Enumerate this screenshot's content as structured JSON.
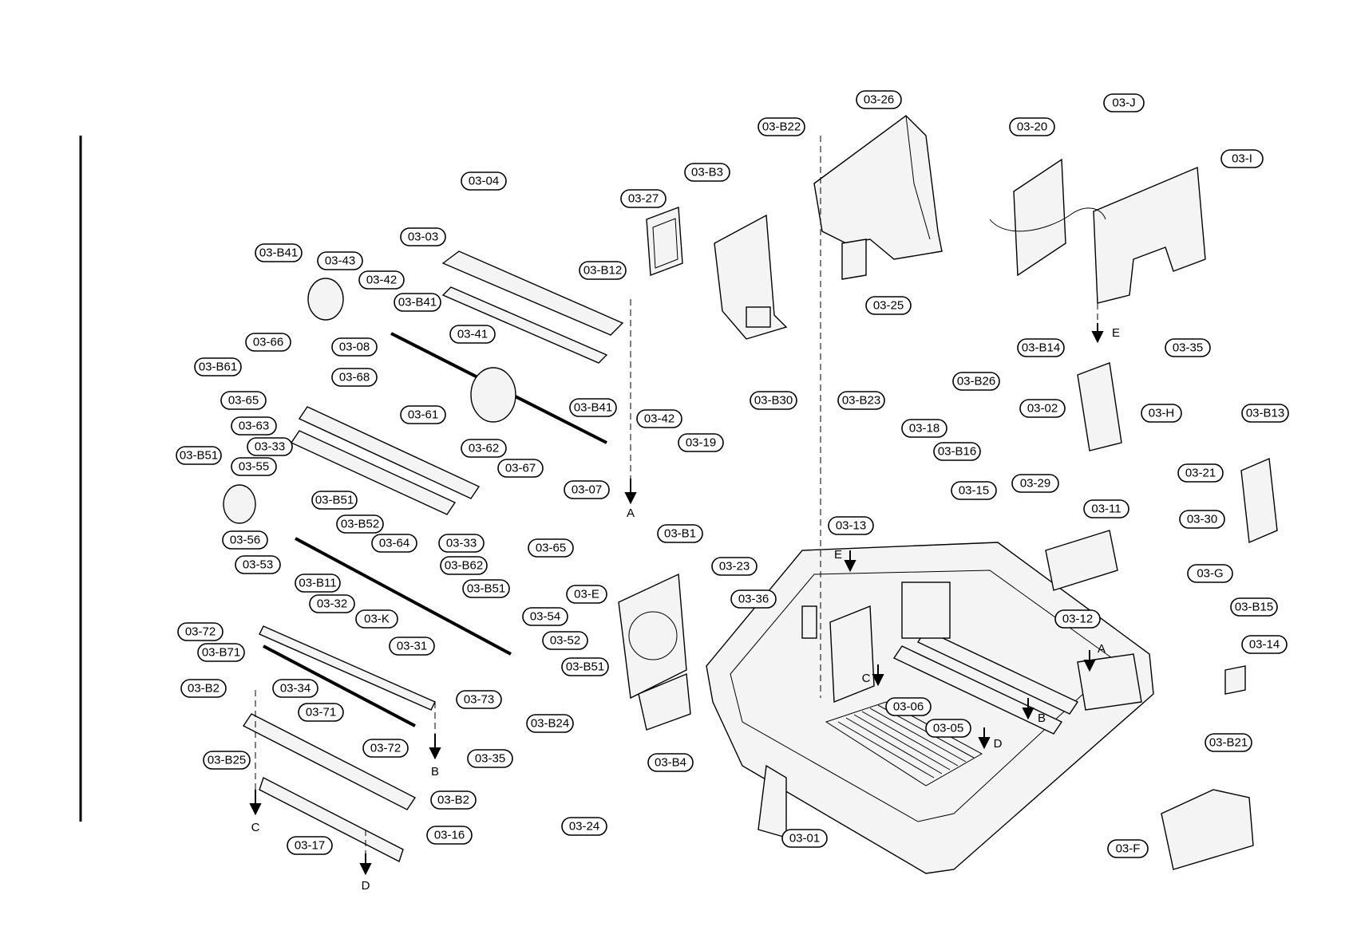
{
  "diagram": {
    "callouts": [
      "03-26",
      "03-J",
      "03-B22",
      "03-20",
      "03-I",
      "03-B3",
      "03-27",
      "03-04",
      "03-03",
      "03-B12",
      "03-25",
      "03-B41",
      "03-43",
      "03-42",
      "03-B41",
      "03-41",
      "03-66",
      "03-08",
      "03-B61",
      "03-68",
      "03-65",
      "03-63",
      "03-33",
      "03-61",
      "03-B41",
      "03-42",
      "03-B30",
      "03-B23",
      "03-B26",
      "03-02",
      "03-B14",
      "03-35",
      "03-H",
      "03-B13",
      "03-18",
      "03-B16",
      "03-19",
      "03-62",
      "03-67",
      "03-B51",
      "03-55",
      "03-07",
      "03-15",
      "03-29",
      "03-21",
      "03-B51",
      "03-B52",
      "03-64",
      "03-33",
      "03-65",
      "03-56",
      "03-53",
      "03-B62",
      "03-B1",
      "03-13",
      "03-11",
      "03-30",
      "03-23",
      "03-G",
      "03-B11",
      "03-B51",
      "03-E",
      "03-36",
      "03-32",
      "03-K",
      "03-54",
      "03-12",
      "03-B15",
      "03-72",
      "03-B71",
      "03-52",
      "03-31",
      "03-B51",
      "03-14",
      "03-B2",
      "03-34",
      "03-73",
      "03-71",
      "03-06",
      "03-B24",
      "03-05",
      "03-72",
      "03-35",
      "03-B21",
      "03-B25",
      "03-B4",
      "03-B2",
      "03-16",
      "03-17",
      "03-24",
      "03-01",
      "03-F"
    ],
    "arrow_labels": [
      "A",
      "B",
      "C",
      "D",
      "E",
      "E",
      "A",
      "B",
      "C",
      "D"
    ]
  }
}
